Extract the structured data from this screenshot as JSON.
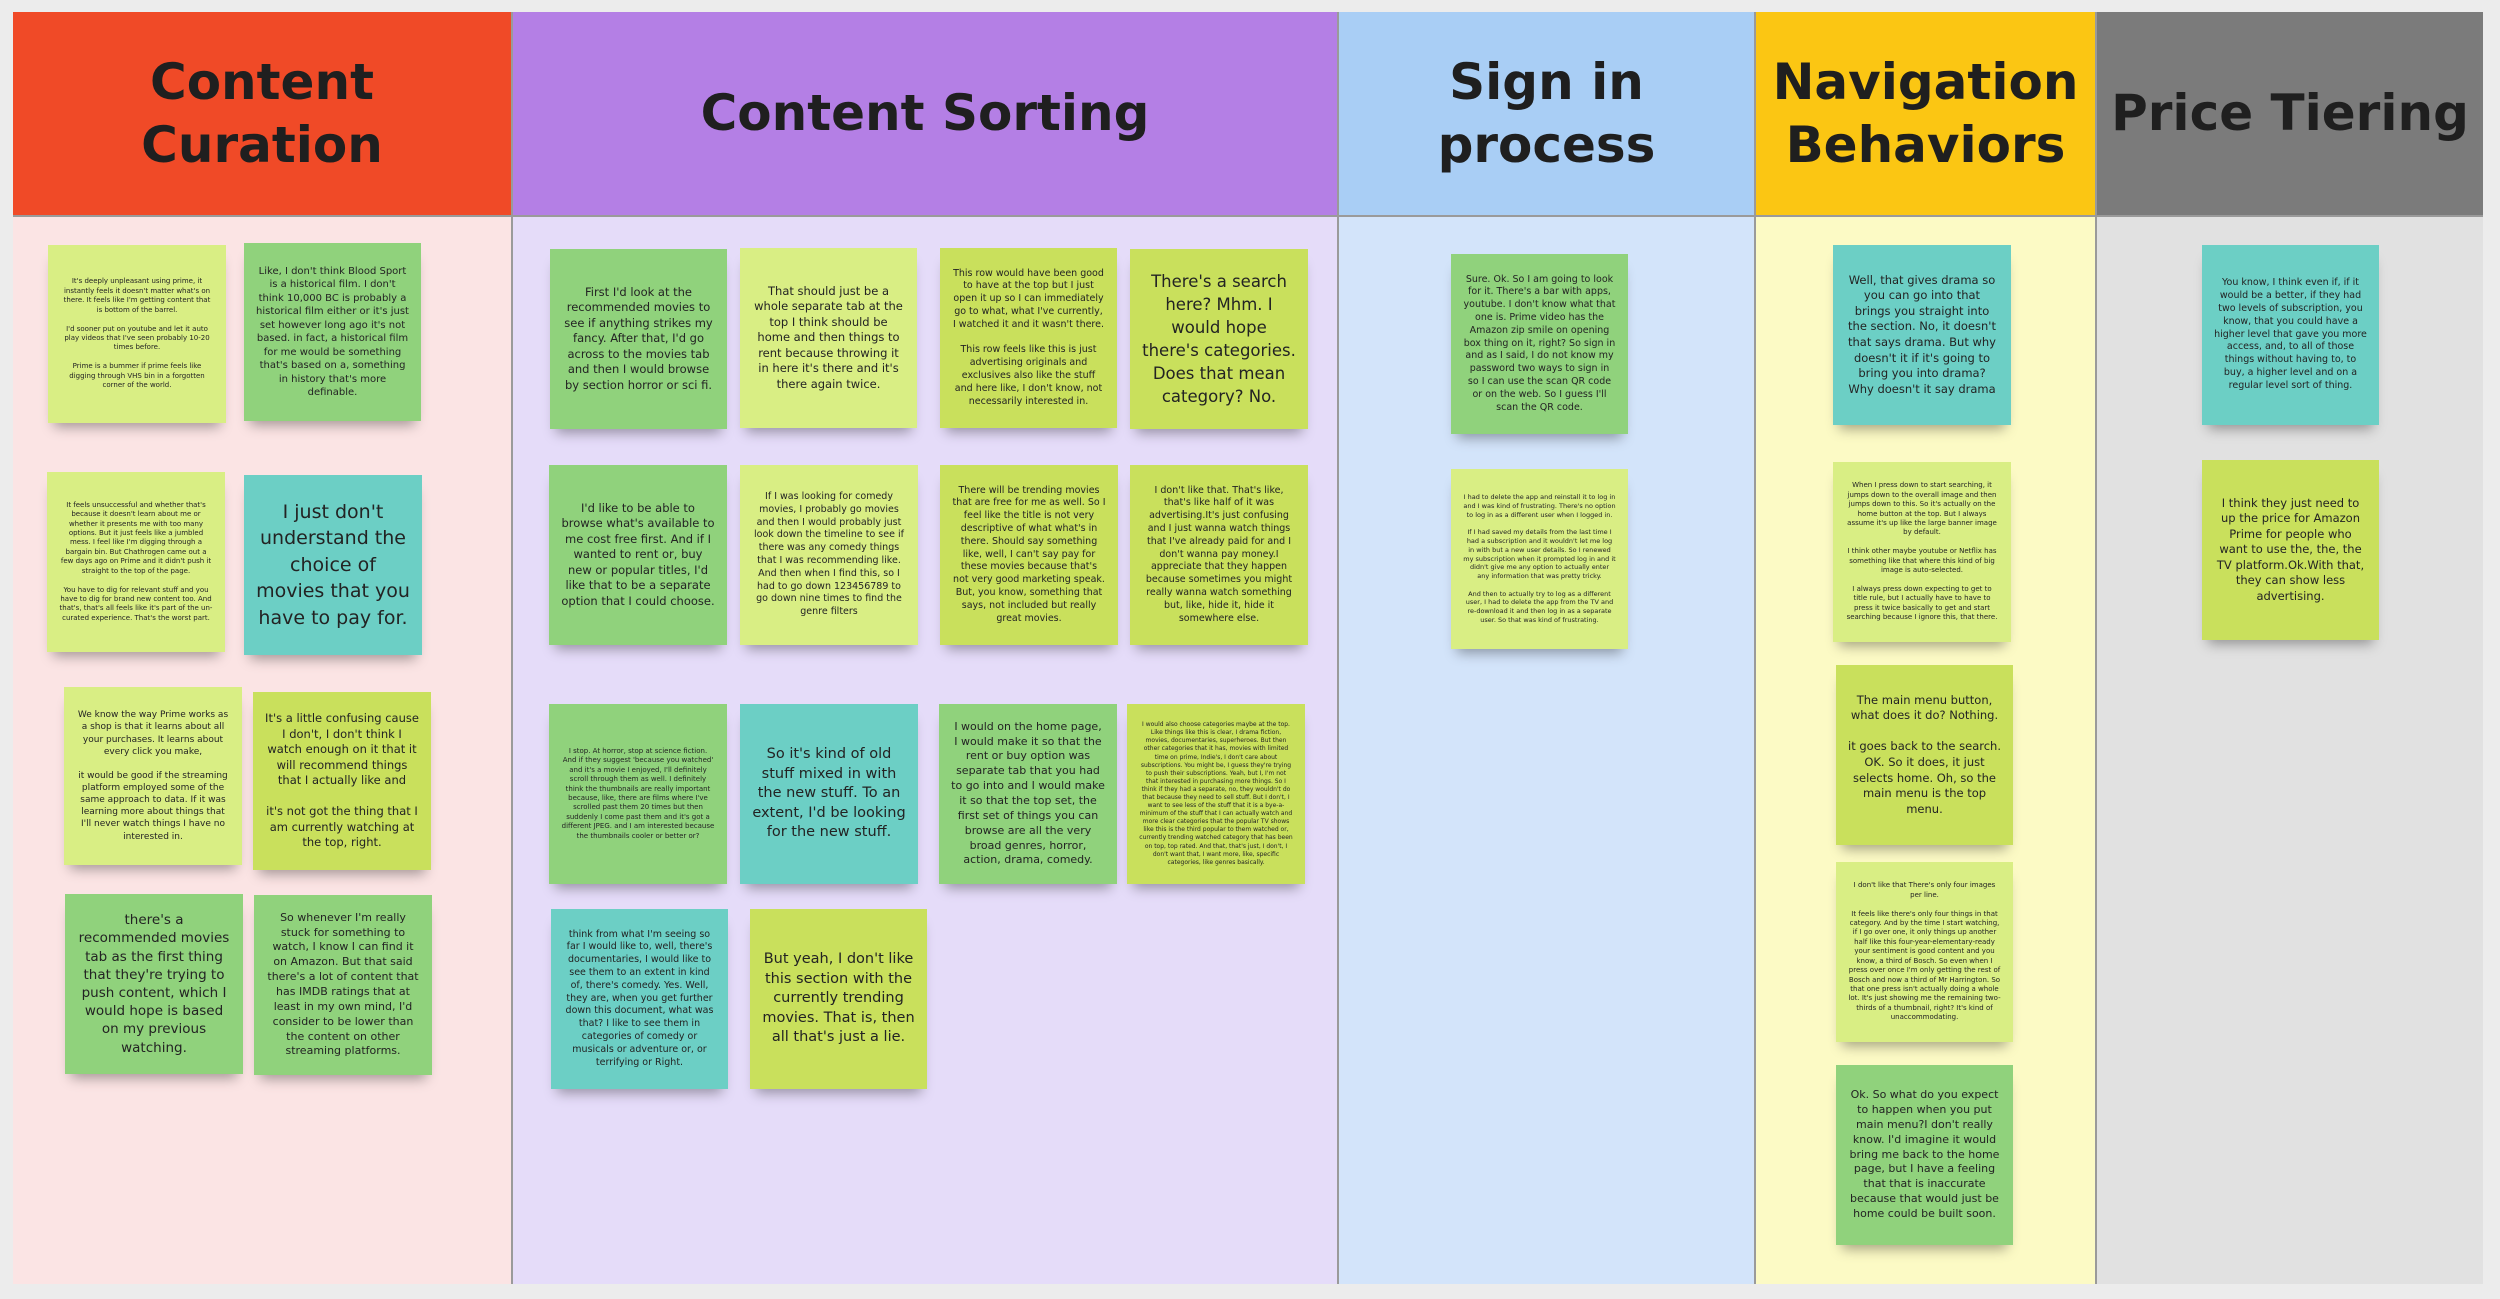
{
  "columns": [
    {
      "title": "Content Curation",
      "header_color": "#f04a27",
      "body_color": "#fbe4e4",
      "notes": [
        "It's deeply unpleasant using prime, it instantly feels it doesn't matter what's on there. It feels like I'm getting content that is bottom of the barrel.\n\nI'd sooner put on youtube and let it auto play videos that I've seen probably 10-20 times before.\n\nPrime is a bummer if prime feels like digging through VHS bin in a forgotten corner of the world.",
        "Like, I don't think Blood Sport is a historical film. I don't think 10,000 BC is probably a historical film either or it's just set however long ago it's not based. in fact, a historical film for me would be something that's based on a, something in history that's more definable.",
        "It feels unsuccessful and whether that's because it doesn't learn about me or whether it presents me with too many options. But it just feels like a jumbled mess. I feel like I'm digging through a bargain bin. But Chathrogen came out a few days ago on Prime and it didn't push it straight to the top of the page.\n\nYou have to dig for relevant stuff and you have to dig for brand new content too. And that's, that's all feels like it's part of the un-curated experience. That's the worst part.",
        "I just don't understand the choice of movies that you have to pay for.",
        "We know the way Prime works as a shop is that it learns about all your purchases. It learns about every click you make,\n\nit would be good if the streaming platform employed some of the same approach to data. If it was learning more about things that I'll never watch things I have no interested in.",
        "It's a little confusing cause I don't, I don't think I watch enough on it that it will recommend things that I actually like and\n\nit's not got the thing that I am currently watching at the top, right.",
        "there's a recommended movies tab as the first thing that they're trying to push content, which I would hope is based on my previous watching.",
        "So whenever I'm really stuck for something to watch, I know I can find it on Amazon. But that said there's a lot of content that has IMDB ratings that at least in my own mind, I'd consider to be lower than the content on other streaming platforms."
      ]
    },
    {
      "title": "Content Sorting",
      "header_color": "#b47fe5",
      "body_color": "#e5dcf9",
      "notes": [
        "First I'd look at the recommended movies to see if anything strikes my fancy. After that, I'd go across to the movies tab and then I would browse by section horror or sci fi.",
        "That should just be a whole separate tab at the top I think should be home and then things to rent because throwing it in here it's there and it's there again twice.",
        "This row would have been good to have at the top but I just open it up so I can immediately go to what, what I've currently, I watched it and it wasn't there.\n\nThis row feels like this is just advertising originals and exclusives also like the stuff and here like, I don't know, not necessarily interested in.",
        "There's a search here? Mhm. I would hope there's categories. Does that mean category? No.",
        "I'd like to be able to browse what's available to me cost free first. And if I wanted to rent or, buy new or popular titles, I'd like that to be a separate option that I could choose.",
        "If I was looking for comedy movies, I probably go movies and then I would probably just look down the timeline to see if there was any comedy things that I was recommending like. And then when I find this, so I had to go down 123456789 to go down nine times to find the genre filters",
        "There will be trending movies that are free for me as well. So I feel like the title is not very descriptive of what what's in there. Should say something like, well, I can't say pay for these movies because that's not very good marketing speak. But, you know, something that says, not included but really great movies.",
        "I don't like that. That's like, that's like half of it was advertising.It's just confusing and I just wanna watch things that I've already paid for and I don't wanna pay money.I appreciate that they happen because sometimes you might really wanna watch something but, like, hide it, hide it somewhere else.",
        "I stop. At horror, stop at science fiction. And if they suggest 'because you watched' and it's a movie I enjoyed, I'll definitely scroll through them as well. I definitely think the thumbnails are really important because, like, there are films where I've scrolled past them 20 times but then suddenly I come past them and it's got a different JPEG. and I am interested because the thumbnails cooler or better or?",
        "So it's kind of old stuff mixed in with the new stuff. To an extent, I'd be looking for the new stuff.",
        "I would on the home page, I would make it so that the rent or buy option was separate tab that you had to go into and I would make it so that the top set, the first set of things you can browse are all the very broad genres, horror, action, drama, comedy.",
        "I would also choose categories maybe at the top. Like things like this is clear, I drama fiction, movies, documentaries, superheroes. But then other categories that it has, movies with limited time on prime, Indie's, I don't care about subscriptions. You might be, I guess they're trying to push their subscriptions. Yeah, but I, I'm not that interested in purchasing more things. So I think if they had a separate, no, they wouldn't do that because they need to sell stuff. But I don't, I want to see less of the stuff that it is a bye-a-minimum of the stuff that I can actually watch and more clear categories that the popular TV shows like this is the third popular to them watched or, currently trending watched category that has been on top, top rated. And that, that's just, I don't, I don't want that, I want more, like, specific categories, like genres basically.",
        "think from what I'm seeing so far I would like to, well, there's documentaries, I would like to see them to an extent in kind of, there's comedy. Yes. Well, they are, when you get further down this document, what was that? I like to see them in categories of comedy or musicals or adventure or, or terrifying or Right.",
        "But yeah, I don't like this section with the currently trending movies. That is, then all that's just a lie."
      ]
    },
    {
      "title": "Sign in process",
      "header_color": "#a9cef5",
      "body_color": "#d3e4fa",
      "notes": [
        "Sure. Ok. So I am going to look for it. There's a bar with apps, youtube. I don't know what that one is. Prime video has the Amazon zip smile on opening box thing on it, right? So sign in and as I said, I do not know my password two ways to sign in so I can use the scan QR code or on the web. So I guess I'll scan the QR code.",
        "I had to delete the app and reinstall it to log in and I was kind of frustrating. There's no option to log in as a different user when I logged in.\n\nIf I had saved my details from the last time I had a subscription and it wouldn't let me log in with but a new user details. So I renewed my subscription when it prompted log in and it didn't give me any option to actually enter any information that was pretty tricky.\n\nAnd then to actually try to log as a different user, I had to delete the app from the TV and re-download it and then log in as a separate user. So that was kind of frustrating."
      ]
    },
    {
      "title": "Navigation Behaviors",
      "header_color": "#fbc613",
      "body_color": "#fcfac5",
      "notes": [
        "Well, that gives drama so you can go into that brings you straight into the section. No, it doesn't that says drama. But why doesn't it if it's going to bring you into drama? Why doesn't it say drama",
        "When I press down to start searching, it jumps down to the overall image and then jumps down to this. So it's actually on the home button at the top. But I always assume it's up like the large banner image by default.\n\nI think other maybe youtube or Netflix has something like that where this kind of big image is auto-selected.\n\nI always press down expecting to get to title rule, but I actually have to have to press it twice basically to get and start searching because I ignore this, that there.",
        "The main menu button, what does it do? Nothing.\n\nit goes back to the search. OK. So it does, it just selects home. Oh, so the main menu is the top menu.",
        "I don't like that There's only four images per line.\n\nIt feels like there's only four things in that category. And by the time I start watching, if I go over one, it only things up another half like this four-year-elementary-ready your sentiment is good content and you know, a third of Bosch. So even when I press over once I'm only getting the rest of Bosch and now a third of Mr Harrington. So that one press isn't actually doing a whole lot. It's just showing me the remaining two-thirds of a thumbnail, right? It's kind of unaccommodating.",
        "Ok. So what do you expect to happen when you put main menu?I don't really know. I'd imagine it would bring me back to the home page, but I have a feeling that that is inaccurate because that would just be home could be built soon."
      ]
    },
    {
      "title": "Price Tiering",
      "header_color": "#7b7b7b",
      "body_color": "#e1e1e1",
      "notes": [
        "You know, I think even if, if it would be a better, if they had two levels of subscription, you know, that you could have a higher level that gave you more access, and, to all of those things without having to, to buy, a higher level and on a regular level sort of thing.",
        "I think they just need to up the price for Amazon Prime for people who want to use the, the, the TV platform.Ok.With that, they can show less advertising."
      ]
    }
  ]
}
